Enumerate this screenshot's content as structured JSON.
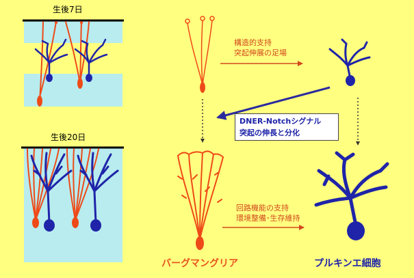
{
  "stages": {
    "day7_label": "生後7日",
    "day20_label": "生後20日"
  },
  "notes": {
    "top_line1": "構造的支持",
    "top_line2": "突起伸展の足場",
    "bottom_line1": "回路機能の支持",
    "bottom_line2": "環境整備･生存維持"
  },
  "signal": {
    "line1": "DNER-Notchシグナル",
    "line2": "突起の伸長と分化"
  },
  "cells": {
    "bergmann_label": "バーグマングリア",
    "purkinje_label": "プルキンエ細胞"
  },
  "colors": {
    "background": "#ffff80",
    "layer": "#b8ecee",
    "glia": "#ee4a18",
    "purkinje": "#1f24a8",
    "surface": "#000000"
  }
}
